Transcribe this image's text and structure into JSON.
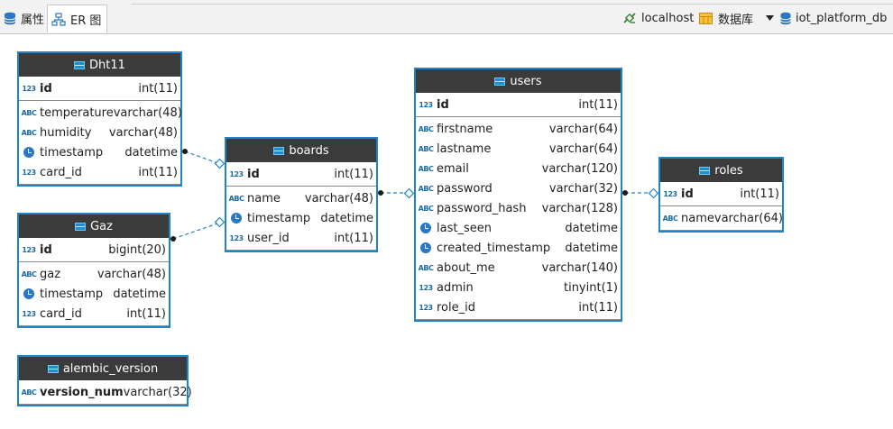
{
  "tabs": [
    {
      "label": "属性",
      "icon": "database-icon"
    },
    {
      "label": "ER 图",
      "icon": "er-diagram-icon"
    }
  ],
  "connection": {
    "host": "localhost",
    "datasource": "数据库",
    "database": "iot_platform_db"
  },
  "colors": {
    "entity_border": "#1f84c6",
    "entity_header": "#3b3b3b",
    "link": "#1f84c6"
  },
  "entities": {
    "dht11": {
      "name": "Dht11",
      "columns": [
        {
          "name": "id",
          "type": "int(11)",
          "icon": "numeric-key-icon"
        },
        {
          "name": "temperature",
          "type": "varchar(48)",
          "icon": "text-column-icon"
        },
        {
          "name": "humidity",
          "type": "varchar(48)",
          "icon": "text-column-icon"
        },
        {
          "name": "timestamp",
          "type": "datetime",
          "icon": "clock-icon"
        },
        {
          "name": "card_id",
          "type": "int(11)",
          "icon": "numeric-column-icon"
        }
      ]
    },
    "gaz": {
      "name": "Gaz",
      "columns": [
        {
          "name": "id",
          "type": "bigint(20)",
          "icon": "numeric-key-icon"
        },
        {
          "name": "gaz",
          "type": "varchar(48)",
          "icon": "text-column-icon"
        },
        {
          "name": "timestamp",
          "type": "datetime",
          "icon": "clock-icon"
        },
        {
          "name": "card_id",
          "type": "int(11)",
          "icon": "numeric-column-icon"
        }
      ]
    },
    "alembic": {
      "name": "alembic_version",
      "columns": [
        {
          "name": "version_num",
          "type": "varchar(32)",
          "icon": "text-key-icon"
        }
      ]
    },
    "boards": {
      "name": "boards",
      "columns": [
        {
          "name": "id",
          "type": "int(11)",
          "icon": "numeric-key-icon"
        },
        {
          "name": "name",
          "type": "varchar(48)",
          "icon": "text-column-icon"
        },
        {
          "name": "timestamp",
          "type": "datetime",
          "icon": "clock-icon"
        },
        {
          "name": "user_id",
          "type": "int(11)",
          "icon": "numeric-column-icon"
        }
      ]
    },
    "users": {
      "name": "users",
      "columns": [
        {
          "name": "id",
          "type": "int(11)",
          "icon": "numeric-key-icon"
        },
        {
          "name": "firstname",
          "type": "varchar(64)",
          "icon": "text-column-icon"
        },
        {
          "name": "lastname",
          "type": "varchar(64)",
          "icon": "text-column-icon"
        },
        {
          "name": "email",
          "type": "varchar(120)",
          "icon": "text-column-icon"
        },
        {
          "name": "password",
          "type": "varchar(32)",
          "icon": "text-column-icon"
        },
        {
          "name": "password_hash",
          "type": "varchar(128)",
          "icon": "text-column-icon"
        },
        {
          "name": "last_seen",
          "type": "datetime",
          "icon": "clock-icon"
        },
        {
          "name": "created_timestamp",
          "type": "datetime",
          "icon": "clock-icon"
        },
        {
          "name": "about_me",
          "type": "varchar(140)",
          "icon": "text-column-icon"
        },
        {
          "name": "admin",
          "type": "tinyint(1)",
          "icon": "numeric-column-icon"
        },
        {
          "name": "role_id",
          "type": "int(11)",
          "icon": "numeric-column-icon"
        }
      ]
    },
    "roles": {
      "name": "roles",
      "columns": [
        {
          "name": "id",
          "type": "int(11)",
          "icon": "numeric-key-icon"
        },
        {
          "name": "name",
          "type": "varchar(64)",
          "icon": "text-column-icon"
        }
      ]
    }
  }
}
